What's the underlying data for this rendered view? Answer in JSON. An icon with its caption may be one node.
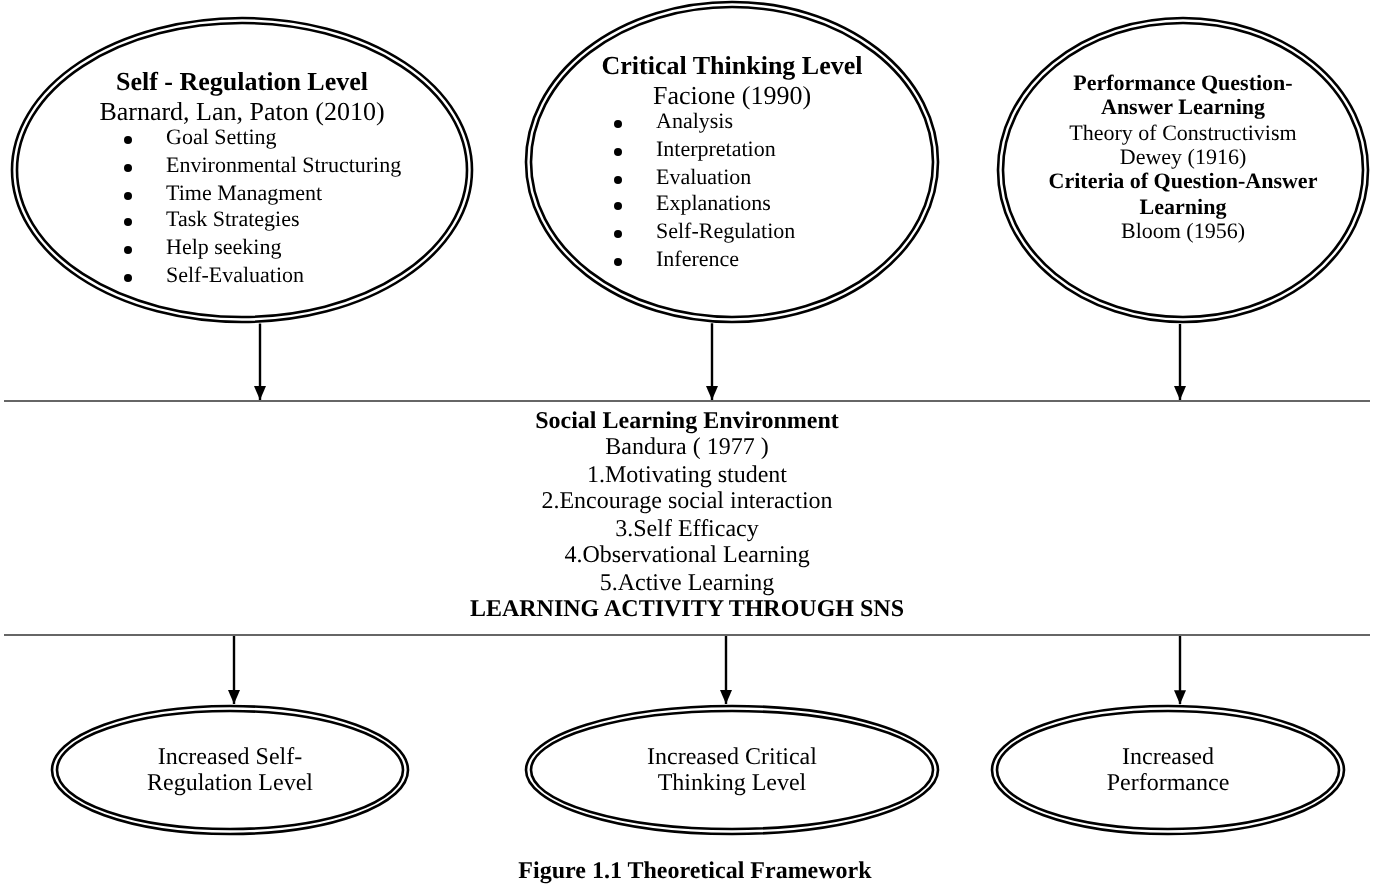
{
  "diagram": {
    "caption": "Figure 1.1 Theoretical Framework",
    "nodes": [
      {
        "text": [
          "Self - Regulation Level",
          "Barnard, Lan, Paton (2010)",
          "Goal Setting",
          "Environmental Structuring",
          "Time Managment",
          "Task Strategies",
          "Help seeking",
          "Self-Evaluation"
        ]
      },
      {
        "text": [
          "Critical Thinking Level",
          "Facione (1990)",
          "Analysis",
          "Interpretation",
          "Evaluation",
          "Explanations",
          "Self-Regulation",
          "Inference"
        ]
      },
      {
        "text": [
          "Performance Question-Answer Learning",
          "Theory of Constructivism",
          "Dewey (1916)",
          "Criteria of Question-Answer Learning",
          "Bloom (1956)"
        ]
      },
      {
        "text": [
          "Social Learning Environment",
          "Bandura ( 1977 )",
          "1.Motivating student",
          "2.Encourage social interaction",
          "3.Self Efficacy",
          "4.Observational Learning",
          "5.Active Learning",
          "LEARNING ACTIVITY THROUGH SNS"
        ]
      },
      {
        "text": [
          "Increased Self-Regulation Level"
        ]
      },
      {
        "text": [
          "Increased Critical Thinking Level"
        ]
      },
      {
        "text": [
          "Increased Performance"
        ]
      }
    ],
    "edges": [
      {
        "from": 0,
        "to": 3,
        "arrow": "to"
      },
      {
        "from": 1,
        "to": 3,
        "arrow": "to"
      },
      {
        "from": 2,
        "to": 3,
        "arrow": "to"
      },
      {
        "from": 3,
        "to": 4,
        "arrow": "to"
      },
      {
        "from": 3,
        "to": 5,
        "arrow": "to"
      },
      {
        "from": 3,
        "to": 6,
        "arrow": "to"
      }
    ]
  }
}
